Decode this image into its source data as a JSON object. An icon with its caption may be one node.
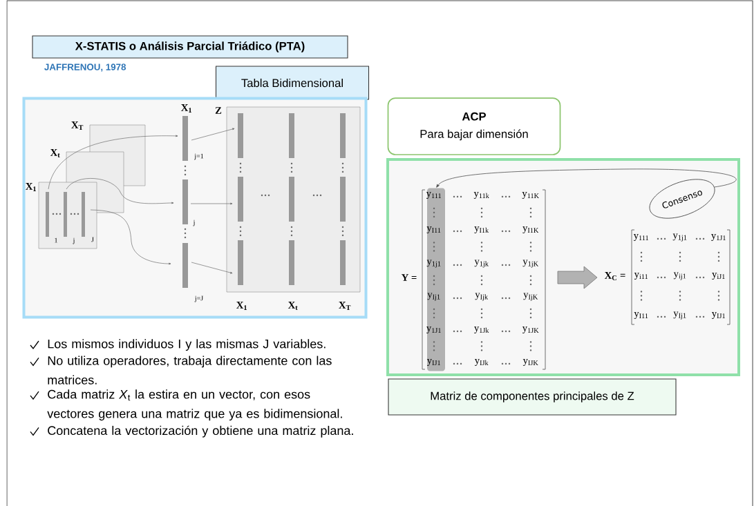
{
  "diagram": {
    "nodes": [
      {
        "text": [
          "X-STATIS o Análisis Parcial Triádico (PTA)"
        ]
      },
      {
        "text": [
          "Tabla Bidimensional"
        ]
      },
      {
        "text": [],
        "shape": "picture"
      },
      {
        "text": [
          "ACP",
          "Para bajar dimensión"
        ]
      },
      {
        "text": [],
        "shape": "picture"
      },
      {
        "text": [
          "Matriz de componentes principales de Z"
        ]
      },
      {
        "text": [
          "Consenso"
        ],
        "in": 4
      },
      {
        "text": [],
        "shape": "box",
        "in": 4
      }
    ],
    "edges": [
      {
        "from": 6,
        "to": 7,
        "arrow": "to"
      }
    ],
    "labels": [
      "JAFFRENOU, 1978",
      "X$_{T}$",
      "X$_{t}$",
      "X$_{1}$",
      "1",
      "j",
      "J",
      "X$_{1}$",
      "j=1",
      "j",
      "j=J",
      "Z",
      "X$_{1}$",
      "X$_{t}$",
      "X$_{T}$",
      "Y =",
      "y$_{111}$",
      "y$_{11k}$",
      "y$_{11K}$",
      "y$_{I11}$",
      "y$_{I1k}$",
      "y$_{I1K}$",
      "y$_{1j1}$",
      "y$_{1jk}$",
      "y$_{1jK}$",
      "y$_{Ij1}$",
      "y$_{Ijk}$",
      "y$_{IjK}$",
      "y$_{1J1}$",
      "y$_{1Jk}$",
      "y$_{1JK}$",
      "y$_{IJ1}$",
      "y$_{IJk}$",
      "y$_{IJK}$",
      "X$_{C}$ =",
      "y$_{111}$",
      "y$_{1j1}$",
      "y$_{1J1}$",
      "y$_{i11}$",
      "y$_{ij1}$",
      "y$_{iJ1}$",
      "y$_{I11}$",
      "y$_{Ij1}$",
      "y$_{IJ1}$",
      "Los mismos individuos I y las mismas J variables.",
      "No utiliza operadores, trabaja directamente con las matrices.",
      "Cada matriz *X*$_{t}$ la estira en un vector, con esos vectores genera una matriz que ya es bidimensional.",
      "Concatena la vectorización y obtiene una matriz plana."
    ]
  }
}
